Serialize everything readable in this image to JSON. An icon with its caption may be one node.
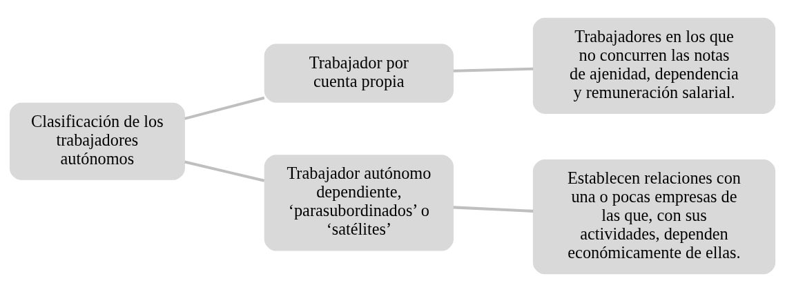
{
  "diagram": {
    "nodes": [
      {
        "text": [
          "Clasificación de los trabajadores autónomos"
        ]
      },
      {
        "text": [
          "Trabajador por cuenta propia"
        ]
      },
      {
        "text": [
          "Trabajadores en los que no concurren las notas de ajenidad, dependencia y remuneración salarial."
        ]
      },
      {
        "text": [
          "Trabajador autónomo dependiente, ‘parasubordinados’ o ‘satélites’"
        ]
      },
      {
        "text": [
          "Establecen relaciones con una o pocas empresas de las que, con sus actividades, dependen económicamente de ellas."
        ]
      }
    ],
    "edges": [
      {
        "from": 0,
        "to": 1,
        "arrow": "none"
      },
      {
        "from": 0,
        "to": 3,
        "arrow": "none"
      },
      {
        "from": 1,
        "to": 2,
        "arrow": "none"
      },
      {
        "from": 3,
        "to": 4,
        "arrow": "none"
      }
    ]
  }
}
